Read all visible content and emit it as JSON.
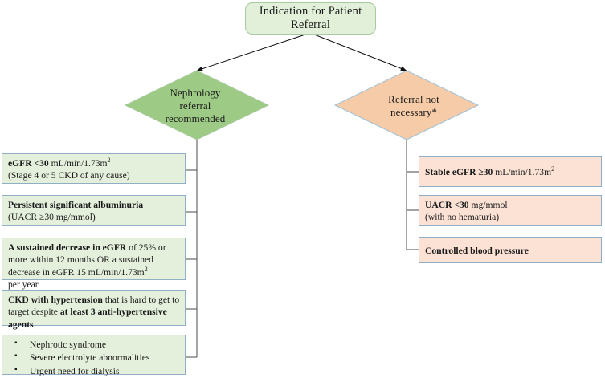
{
  "diagram": {
    "title": "Indication for Patient Referral",
    "type": "flowchart",
    "colors": {
      "root_fill": "#E2EFD9",
      "root_border": "#A9C9A0",
      "diamond_green_fill": "#9DCB86",
      "diamond_green_border": "#A9C9A0",
      "diamond_peach_fill": "#F6CBA8",
      "diamond_peach_border": "#9EC0D6",
      "box_green_fill": "#E4EFDC",
      "box_peach_fill": "#FBE2D5",
      "box_border": "#8FAFC6",
      "connector": "#595959"
    },
    "root": {
      "label_line1": "Indication  for Patient",
      "label_line2": "Referral"
    },
    "branches": [
      {
        "id": "nephrology-referral-recommended",
        "decision_lines": [
          "Nephrology",
          "referral",
          "recommended"
        ],
        "decision_label": "Nephrology referral recommended",
        "criteria": [
          {
            "id": "egfr-under-30",
            "bold_lead": "eGFR <30",
            "lead_tail": " mL/min/1.73m",
            "lead_sup": "2",
            "line2": "(Stage 4 or 5 CKD of any cause)"
          },
          {
            "id": "persistent-albuminuria",
            "bold_lead": "Persistent  significant  albuminuria",
            "line2": "(UACR ≥30 mg/mmol)"
          },
          {
            "id": "sustained-egfr-decrease",
            "bold_lead": "A sustained decrease in eGFR",
            "lead_tail": " of 25% or",
            "line2": "more within  12 months  OR a sustained",
            "line3_a": "decrease in  eGFR 15 mL/min/1.73m",
            "line3_sup": "2",
            "line4": "per year"
          },
          {
            "id": "ckd-with-hypertension",
            "bold_lead": "CKD with  hypertension",
            "lead_tail": " that is hard to get to",
            "line2_a": "target  despite ",
            "line2_bold": "at least 3 anti-hypertensive",
            "line3_bold": "agents"
          },
          {
            "id": "other-urgent-indications",
            "bullets": [
              "Nephrotic  syndrome",
              "Severe electrolyte  abnormalities",
              "Urgent need for dialysis"
            ]
          }
        ]
      },
      {
        "id": "referral-not-necessary",
        "decision_lines": [
          "Referral not",
          "necessary*"
        ],
        "decision_label": "Referral not necessary*",
        "criteria": [
          {
            "id": "stable-egfr",
            "bold_lead": "Stable  eGFR ≥30",
            "lead_tail": " mL/min/1.73m",
            "lead_sup": "2"
          },
          {
            "id": "uacr-under-30",
            "bold_lead": "UACR <30",
            "lead_tail": " mg/mmol",
            "line2": "(with  no hematuria)"
          },
          {
            "id": "controlled-blood-pressure",
            "bold_lead": "Controlled  blood pressure"
          }
        ]
      }
    ]
  }
}
